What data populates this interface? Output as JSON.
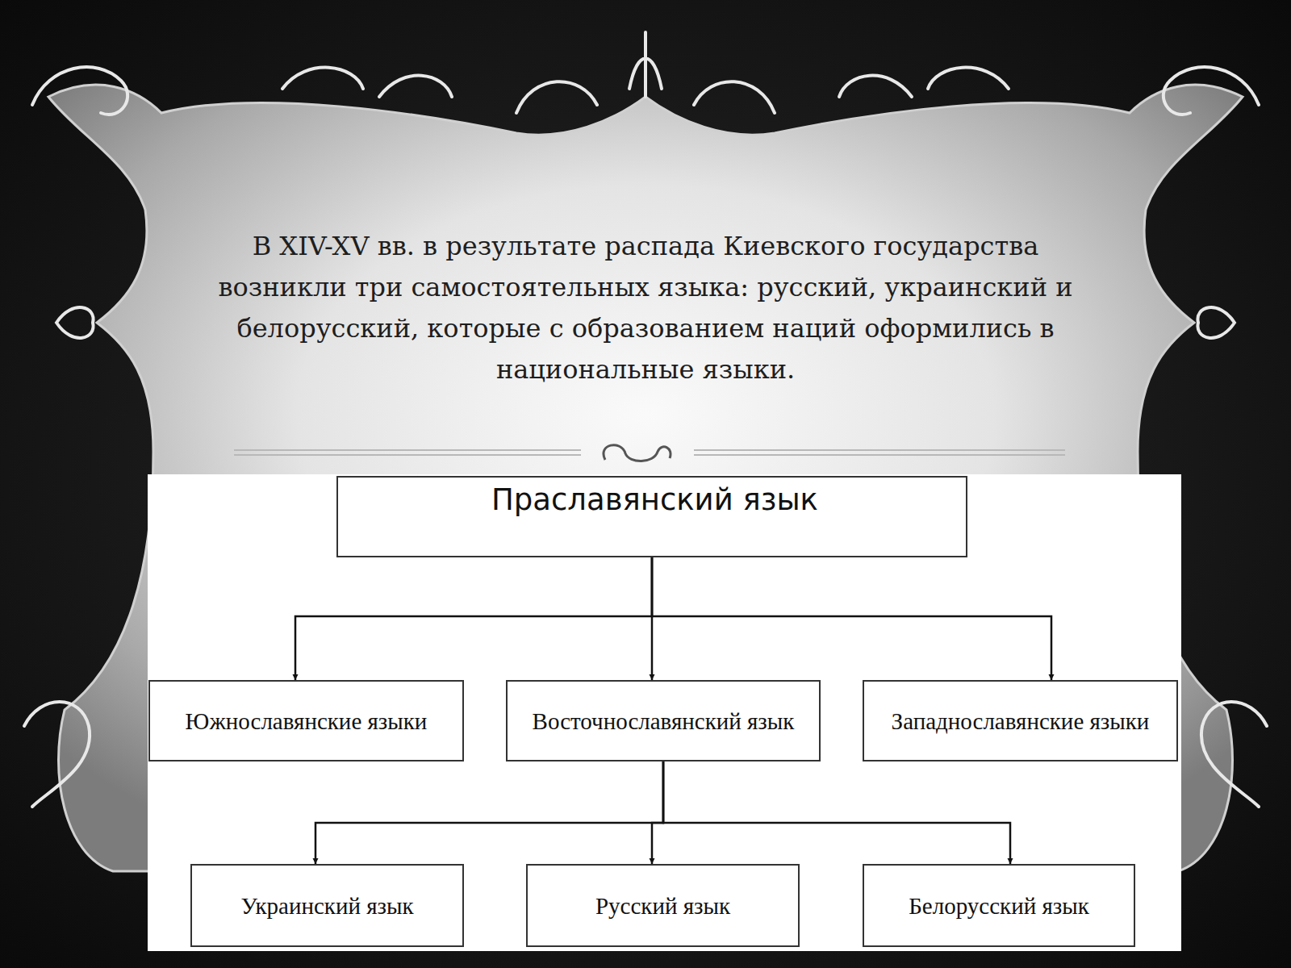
{
  "diagram": {
    "title": "В XIV-XV вв. в результате распада Киевского государства возникли три самостоятельных языка: русский, украинский и белорусский, которые с образованием наций оформились в национальные языки.",
    "nodes": [
      {
        "text": [
          "Праславянский язык"
        ]
      },
      {
        "text": [
          "Южнославянские языки"
        ]
      },
      {
        "text": [
          "Восточнославянский язык"
        ]
      },
      {
        "text": [
          "Западнославянские языки"
        ]
      },
      {
        "text": [
          "Украинский язык"
        ]
      },
      {
        "text": [
          "Русский язык"
        ]
      },
      {
        "text": [
          "Белорусский язык"
        ]
      }
    ],
    "edges": [
      {
        "from": 0,
        "to": 1,
        "arrow": "to"
      },
      {
        "from": 0,
        "to": 2,
        "arrow": "to"
      },
      {
        "from": 0,
        "to": 3,
        "arrow": "to"
      },
      {
        "from": 2,
        "to": 4,
        "arrow": "to"
      },
      {
        "from": 2,
        "to": 5,
        "arrow": "to"
      },
      {
        "from": 2,
        "to": 6,
        "arrow": "to"
      }
    ]
  }
}
